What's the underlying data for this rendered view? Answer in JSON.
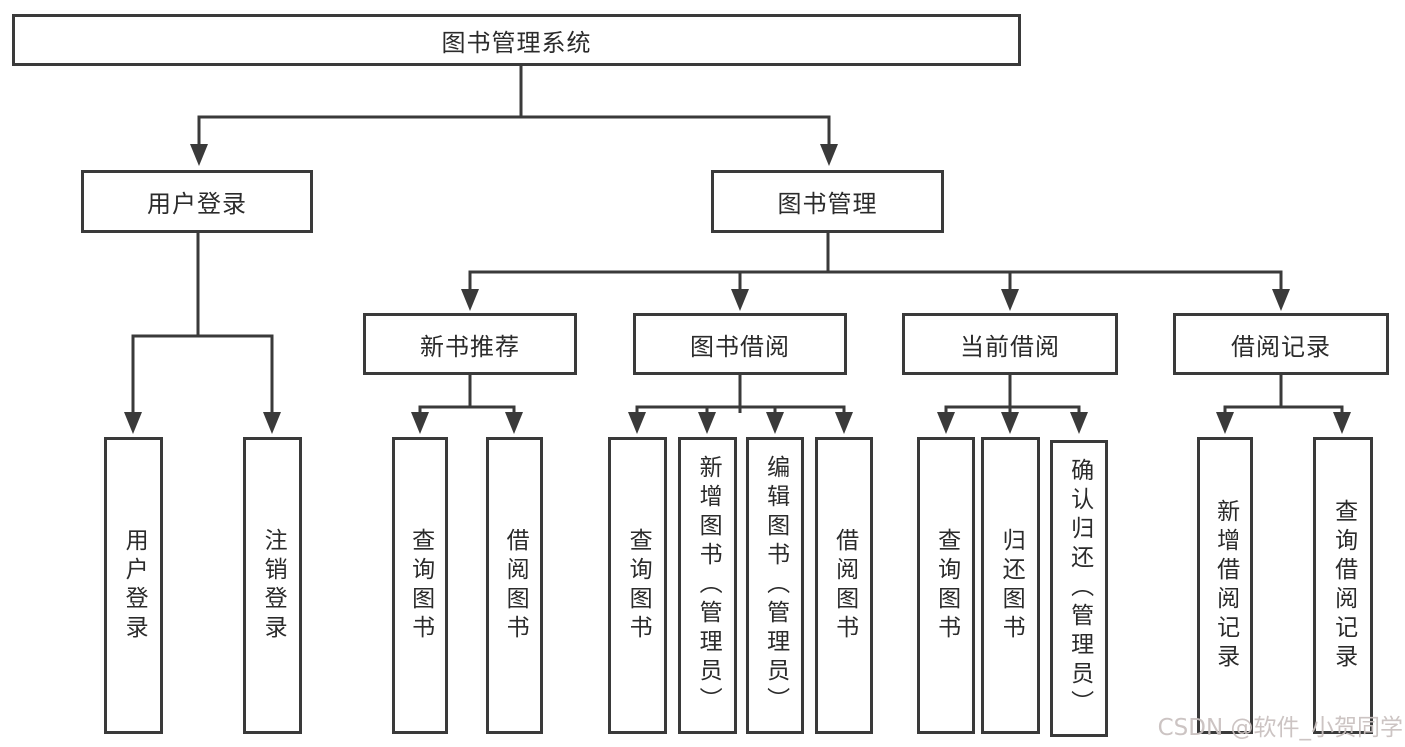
{
  "root": {
    "label": "图书管理系统"
  },
  "branches": [
    {
      "label": "用户登录",
      "leaves": [
        {
          "label": "用户登录"
        },
        {
          "label": "注销登录"
        }
      ]
    },
    {
      "label": "图书管理",
      "groups": [
        {
          "label": "新书推荐",
          "leaves": [
            {
              "label": "查询图书"
            },
            {
              "label": "借阅图书"
            }
          ]
        },
        {
          "label": "图书借阅",
          "leaves": [
            {
              "label": "查询图书"
            },
            {
              "label": "新增图书（管理员）"
            },
            {
              "label": "编辑图书（管理员）"
            },
            {
              "label": "借阅图书"
            }
          ]
        },
        {
          "label": "当前借阅",
          "leaves": [
            {
              "label": "查询图书"
            },
            {
              "label": "归还图书"
            },
            {
              "label": "确认归还（管理员）"
            }
          ]
        },
        {
          "label": "借阅记录",
          "leaves": [
            {
              "label": "新增借阅记录"
            },
            {
              "label": "查询借阅记录"
            }
          ]
        }
      ]
    }
  ],
  "watermark": {
    "text": "CSDN @软件_小贺同学"
  },
  "colors": {
    "line": "#3a3a3a",
    "box_border": "#3a3a3a",
    "text": "#2b2b2b",
    "background": "#ffffff",
    "watermark": "#c9c1c0"
  }
}
